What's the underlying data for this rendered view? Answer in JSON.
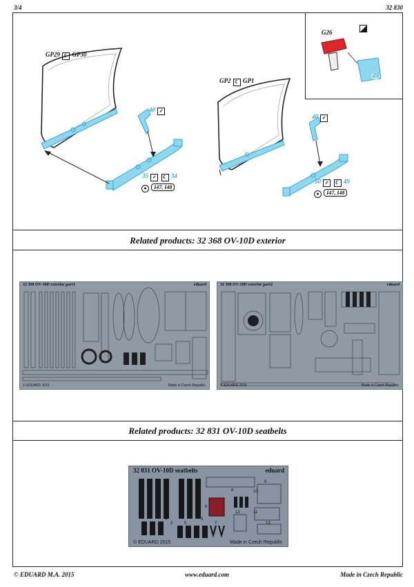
{
  "header": {
    "page": "3/4",
    "code": "32 830"
  },
  "diagram": {
    "left_assembly": {
      "parts_label_a": "GP29",
      "parts_label_b": "GP30",
      "part_40": "40",
      "part_35": "35",
      "part_34": "34",
      "ref": "I47, I48"
    },
    "right_assembly": {
      "parts_label_a": "GP2",
      "parts_label_b": "GP1",
      "part_40": "40",
      "part_50": "50",
      "part_49": "49",
      "ref": "I47, I48"
    },
    "inset": {
      "part_g26": "G26",
      "part_25": "25"
    }
  },
  "sections": {
    "exterior_title": "Related products: 32 368 OV-10D exterior",
    "seatbelts_title": "Related products: 32 831 OV-10D seatbelts"
  },
  "exterior_sheets": {
    "part1": {
      "caption": "32 368  OV-10D exterior    part1",
      "brand": "eduard",
      "copyright": "© EDUARD 2015",
      "made": "Made in Czech Republic"
    },
    "part2": {
      "caption": "32 368  OV-10D exterior    part2",
      "brand": "eduard",
      "copyright": "© EDUARD 2015",
      "made": "Made in Czech Republic"
    }
  },
  "seatbelt_sheet": {
    "caption": "32 831  OV-10D seatbelts",
    "brand": "eduard",
    "copyright": "© EDUARD 2015",
    "made": "Made in Czech Republic",
    "part_numbers": [
      "1",
      "2",
      "3",
      "4",
      "5",
      "6",
      "7",
      "8",
      "9",
      "10",
      "11",
      "12",
      "13"
    ]
  },
  "footer": {
    "left": "© EDUARD  M.A. 2015",
    "center": "www.eduard.com",
    "right": "Made in Czech Republic"
  },
  "colors": {
    "cyan_part": "#2ea6d6",
    "red_part": "#e0262b",
    "fret_grey": "#8f9aa3"
  }
}
